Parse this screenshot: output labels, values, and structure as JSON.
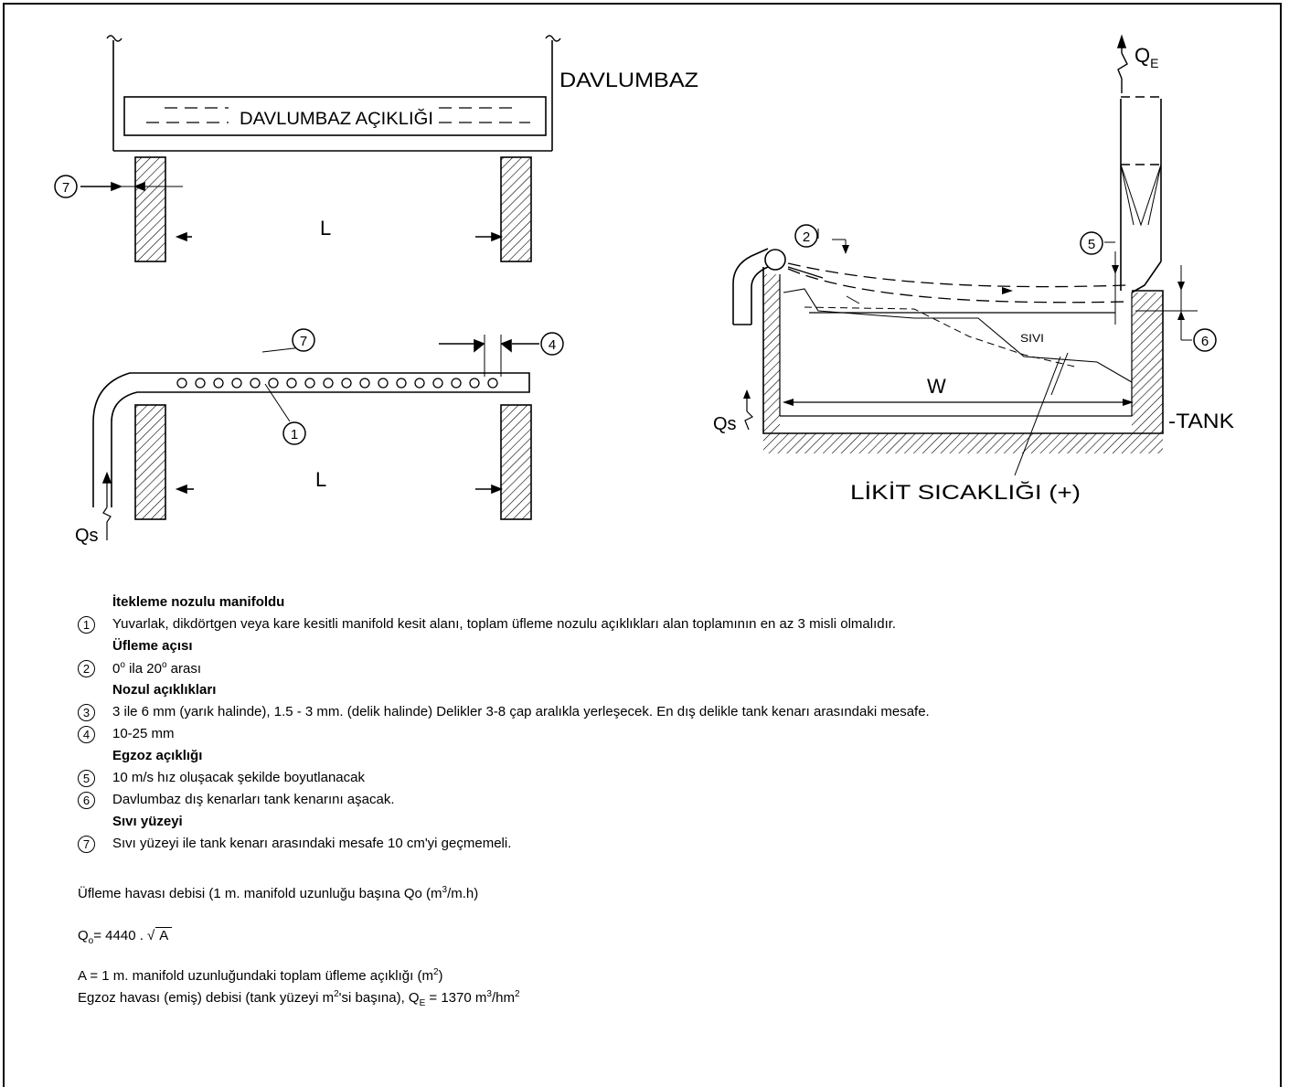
{
  "diagram": {
    "label_davlumbaz": "DAVLUMBAZ",
    "label_davlumbaz_opening": "DAVLUMBAZ AÇIKLIĞI",
    "label_L_top": "L",
    "label_L_bottom": "L",
    "label_W": "W",
    "label_sivi": "SIVI",
    "label_tank": "-TANK",
    "label_liquid_temp": "LİKİT SICAKLIĞI (+)",
    "label_qs_left": "Qs",
    "label_qs_right": "Qs",
    "label_qe": "Q",
    "label_qe_sub": "E",
    "callouts": {
      "c1": "1",
      "c2": "2",
      "c4": "4",
      "c5": "5",
      "c6": "6",
      "c7a": "7",
      "c7b": "7"
    }
  },
  "notes": {
    "sections": [
      {
        "heading": "İtekleme nozulu manifoldu",
        "num": "1",
        "text": "Yuvarlak, dikdörtgen veya kare kesitli manifold kesit alanı, toplam üfleme nozulu açıklıkları alan toplamının en az 3 misli olmalıdır."
      },
      {
        "heading": "Üfleme açısı",
        "num": "2",
        "text_a": "0",
        "sup_a": "o",
        "text_b": " ila 20",
        "sup_b": "o",
        "text_c": " arası"
      },
      {
        "heading": "Nozul açıklıkları",
        "num": "3",
        "text": "3 ile 6 mm (yarık halinde), 1.5 - 3 mm. (delik halinde) Delikler 3-8 çap aralıkla yerleşecek. En dış delikle tank kenarı arasındaki mesafe."
      },
      {
        "num": "4",
        "text": "10-25 mm"
      },
      {
        "heading": "Egzoz açıklığı",
        "num": "5",
        "text": "10 m/s hız oluşacak şekilde boyutlanacak"
      },
      {
        "num": "6",
        "text": "Davlumbaz dış kenarları tank kenarını aşacak."
      },
      {
        "heading": "Sıvı yüzeyi",
        "num": "7",
        "text": "Sıvı yüzeyi ile tank kenarı arasındaki mesafe 10 cm'yi geçmemeli."
      }
    ],
    "flow": {
      "text": "Üfleme havası debisi (1 m. manifold uzunluğu başına Qo (m",
      "sup": "3",
      "tail": "/m.h)"
    },
    "formula": {
      "q": "Q",
      "sub": "o",
      "eq": "= 4440 .",
      "root": "A"
    },
    "def_a": {
      "text": "A = 1 m. manifold uzunluğundaki toplam üfleme açıklığı (m",
      "sup": "2",
      "tail": ")"
    },
    "exhaust": {
      "text": "Egzoz havası (emiş) debisi (tank yüzeyi m",
      "sup1": "2",
      "mid": "'si başına), Q",
      "sub": "E",
      "eq": " = 1370 m",
      "sup2": "3",
      "mid2": "/hm",
      "sup3": "2"
    }
  }
}
